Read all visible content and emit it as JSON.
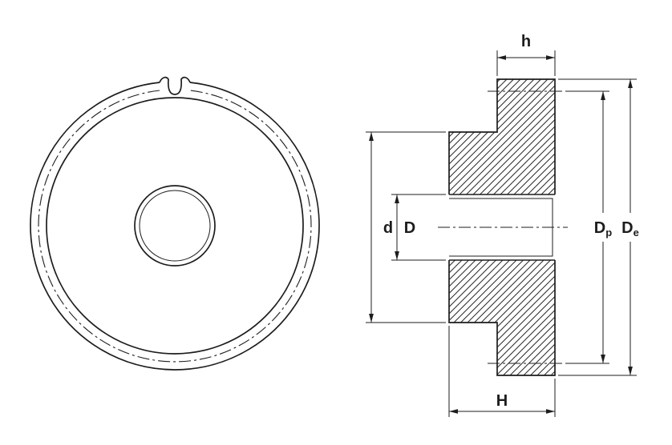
{
  "drawing": {
    "type": "technical-drawing",
    "subject": "spur-gear-with-hub",
    "views": {
      "front_view": "gear-front-view",
      "section_view": "gear-cross-section"
    },
    "labels": {
      "tooth_rim_width": "h",
      "hub_outer_diameter": "d",
      "bore_diameter": "D",
      "pitch_diameter_main": "D",
      "pitch_diameter_sub": "p",
      "outside_diameter_main": "D",
      "outside_diameter_sub": "e",
      "total_width": "H"
    },
    "colors": {
      "line": "#1d1d1d",
      "background": "#ffffff"
    }
  }
}
